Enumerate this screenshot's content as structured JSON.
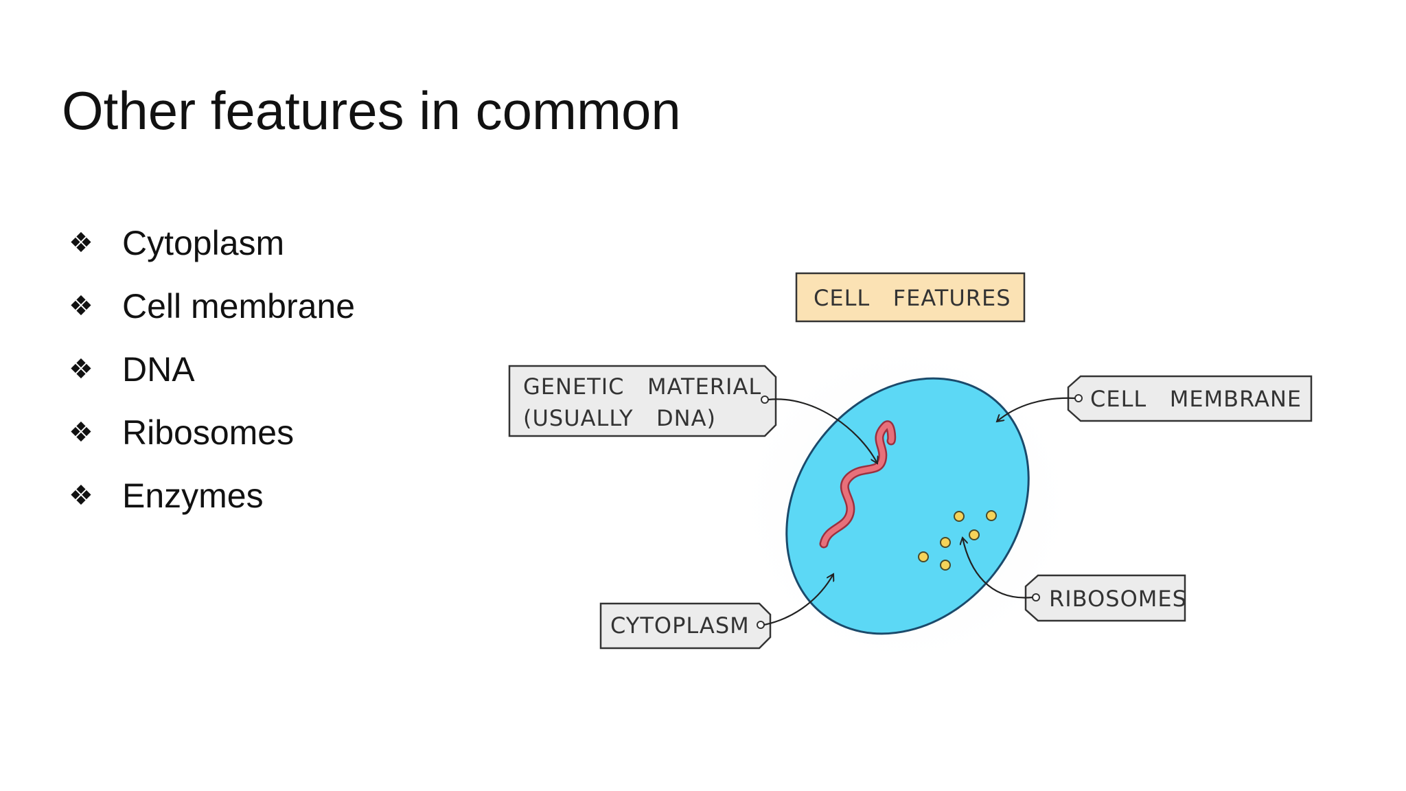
{
  "slide": {
    "title": "Other features in common",
    "bullet_symbol": "❖",
    "bullets": [
      "Cytoplasm",
      "Cell membrane",
      "DNA",
      "Ribosomes",
      "Enzymes"
    ]
  },
  "diagram": {
    "heading": "CELL   FEATURES",
    "labels": {
      "genetic_line1": "GENETIC   MATERIAL",
      "genetic_line2": "(USUALLY   DNA)",
      "cell_membrane": "CELL   MEMBRANE",
      "ribosomes": "RIBOSOMES",
      "cytoplasm": "CYTOPLASM"
    },
    "colors": {
      "cell_fill": "#5cd8f5",
      "cell_outline": "#1b4a6b",
      "dna_strand": "#e8707a",
      "ribosome_fill": "#f5d35a",
      "heading_box": "#fbe2b4",
      "label_box": "#ececec"
    }
  }
}
